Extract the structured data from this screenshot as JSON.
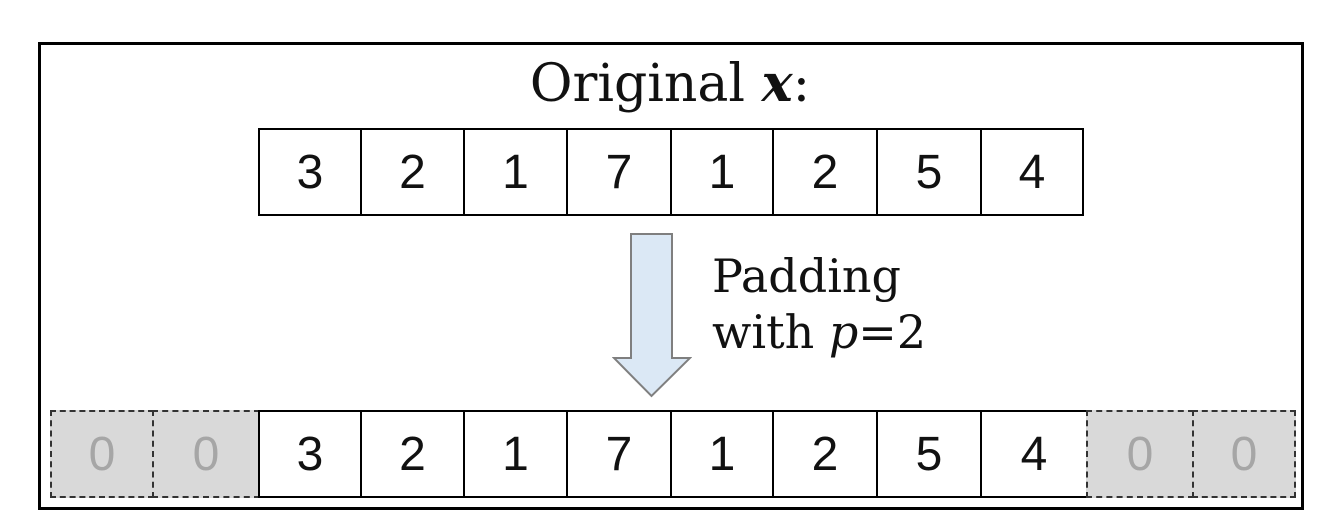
{
  "title": {
    "text": "Original",
    "variable": "x",
    "colon": ":"
  },
  "original_values": [
    "3",
    "2",
    "1",
    "7",
    "1",
    "2",
    "5",
    "4"
  ],
  "padding_label": {
    "line1": "Padding",
    "with": "with ",
    "p": "p",
    "eq": "=2"
  },
  "padded": [
    {
      "value": "0",
      "is_pad": true
    },
    {
      "value": "0",
      "is_pad": true
    },
    {
      "value": "3",
      "is_pad": false
    },
    {
      "value": "2",
      "is_pad": false
    },
    {
      "value": "1",
      "is_pad": false
    },
    {
      "value": "7",
      "is_pad": false
    },
    {
      "value": "1",
      "is_pad": false
    },
    {
      "value": "2",
      "is_pad": false
    },
    {
      "value": "5",
      "is_pad": false
    },
    {
      "value": "4",
      "is_pad": false
    },
    {
      "value": "0",
      "is_pad": true
    },
    {
      "value": "0",
      "is_pad": true
    }
  ],
  "colors": {
    "arrow_fill": "#dbe8f5",
    "arrow_stroke": "#7f7f7f",
    "pad_fill": "#d9d9d9",
    "pad_text": "#a6a6a6"
  }
}
